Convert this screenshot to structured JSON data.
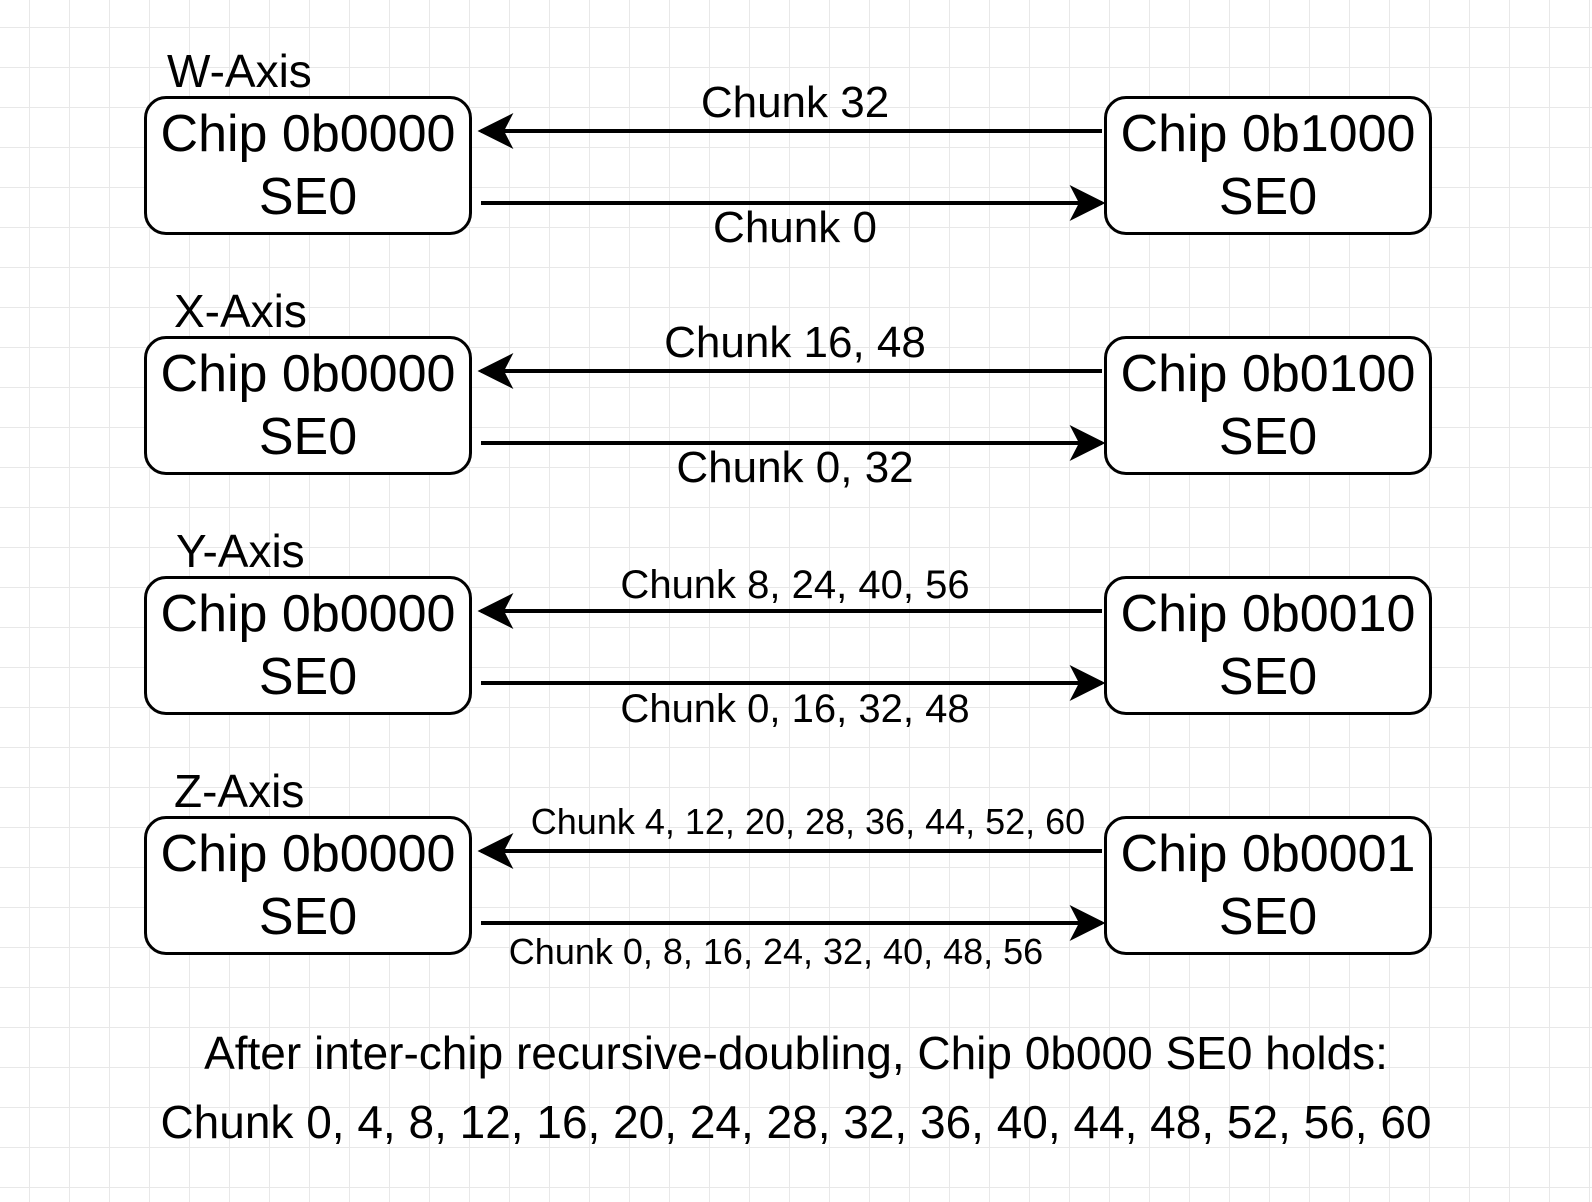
{
  "rows": [
    {
      "axis_label": "W-Axis",
      "left_chip": {
        "name": "Chip 0b0000",
        "sub": "SE0"
      },
      "right_chip": {
        "name": "Chip 0b1000",
        "sub": "SE0"
      },
      "top_arrow_label": "Chunk 32",
      "bottom_arrow_label": "Chunk 0"
    },
    {
      "axis_label": "X-Axis",
      "left_chip": {
        "name": "Chip 0b0000",
        "sub": "SE0"
      },
      "right_chip": {
        "name": "Chip 0b0100",
        "sub": "SE0"
      },
      "top_arrow_label": "Chunk 16, 48",
      "bottom_arrow_label": "Chunk 0, 32"
    },
    {
      "axis_label": "Y-Axis",
      "left_chip": {
        "name": "Chip 0b0000",
        "sub": "SE0"
      },
      "right_chip": {
        "name": "Chip 0b0010",
        "sub": "SE0"
      },
      "top_arrow_label": "Chunk 8, 24, 40, 56",
      "bottom_arrow_label": "Chunk 0, 16, 32, 48"
    },
    {
      "axis_label": "Z-Axis",
      "left_chip": {
        "name": "Chip 0b0000",
        "sub": "SE0"
      },
      "right_chip": {
        "name": "Chip 0b0001",
        "sub": "SE0"
      },
      "top_arrow_label": "Chunk 4, 12, 20, 28, 36, 44, 52, 60",
      "bottom_arrow_label": "Chunk 0, 8, 16, 24, 32, 40, 48, 56"
    }
  ],
  "summary": {
    "line1": "After inter-chip recursive-doubling, Chip 0b000 SE0 holds:",
    "line2": "Chunk 0, 4, 8, 12, 16, 20, 24, 28, 32, 36, 40, 44, 48, 52, 56, 60"
  }
}
